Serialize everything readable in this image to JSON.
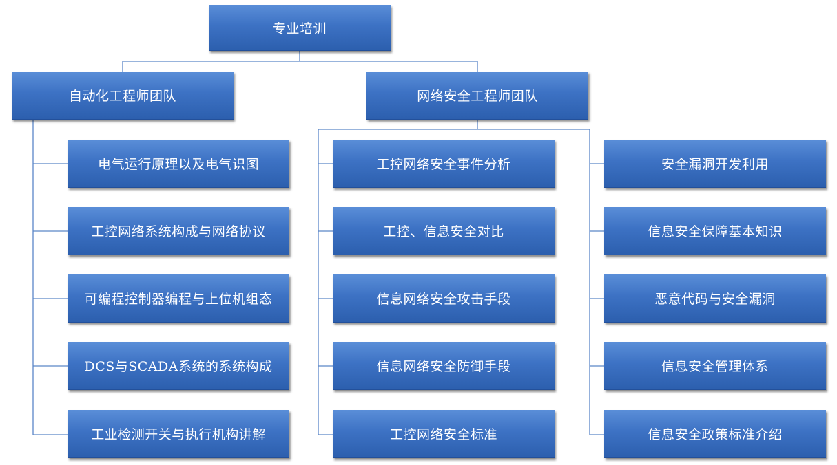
{
  "root": {
    "label": "专业培训"
  },
  "teams": [
    {
      "label": "自动化工程师团队",
      "columns": [
        [
          "电气运行原理以及电气识图",
          "工控网络系统构成与网络协议",
          "可编程控制器编程与上位机组态",
          "DCS与SCADA系统的系统构成",
          "工业检测开关与执行机构讲解"
        ]
      ]
    },
    {
      "label": "网络安全工程师团队",
      "columns": [
        [
          "工控网络安全事件分析",
          "工控、信息安全对比",
          "信息网络安全攻击手段",
          "信息网络安全防御手段",
          "工控网络安全标准"
        ],
        [
          "安全漏洞开发利用",
          "信息安全保障基本知识",
          "恶意代码与安全漏洞",
          "信息安全管理体系",
          "信息安全政策标准介绍"
        ]
      ]
    }
  ],
  "colors": {
    "box": "#3d72c4",
    "connector": "#5b86c8",
    "text": "#ffffff"
  }
}
